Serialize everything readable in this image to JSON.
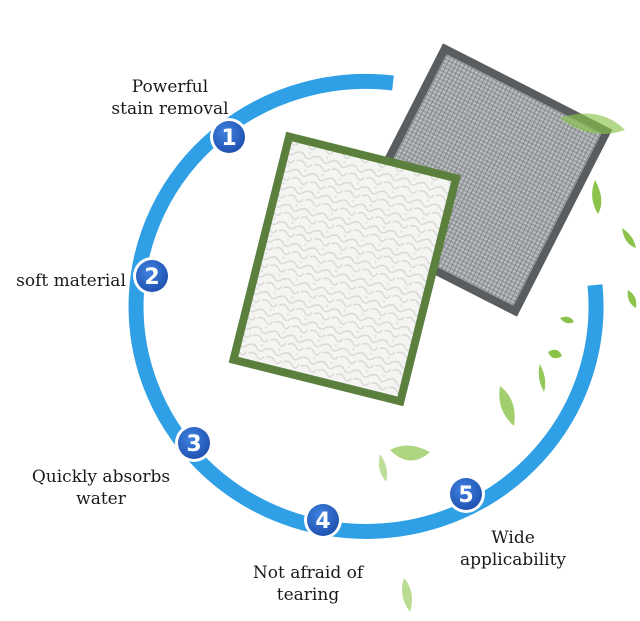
{
  "colors": {
    "ring": "#2f9fe6",
    "badge": "#2a63c6",
    "leaf": "#8bc34a",
    "green_border": "#5b7f3c",
    "gray_border": "#5a5d60"
  },
  "icons": [
    "leaf-icon",
    "white-cloth-image",
    "gray-cloth-image"
  ],
  "features": [
    {
      "number": "1",
      "label_lines": [
        "Powerful",
        "stain removal"
      ]
    },
    {
      "number": "2",
      "label_lines": [
        "soft material"
      ]
    },
    {
      "number": "3",
      "label_lines": [
        "Quickly absorbs",
        "water"
      ]
    },
    {
      "number": "4",
      "label_lines": [
        "Not afraid of",
        "tearing"
      ]
    },
    {
      "number": "5",
      "label_lines": [
        "Wide",
        "applicability"
      ]
    }
  ]
}
